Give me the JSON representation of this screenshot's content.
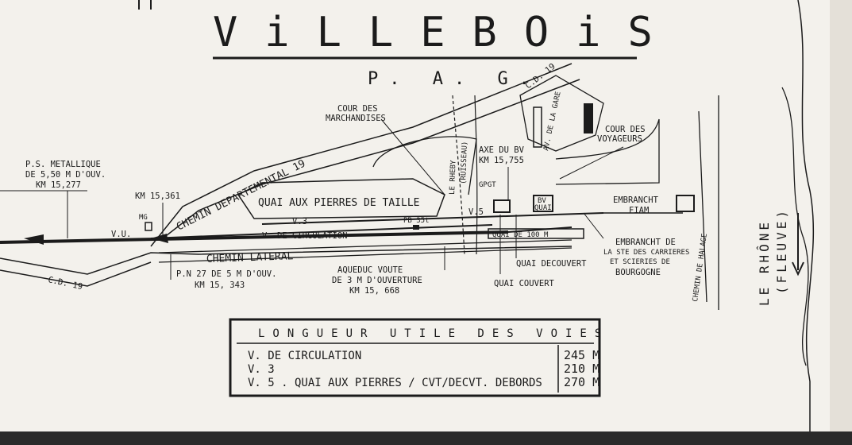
{
  "title": "ViLLEBOiS",
  "subtitle": "P. A. G.",
  "labels": {
    "ps_1": "P.S. METALLIQUE",
    "ps_2": "DE 5,50 M D'OUV.",
    "ps_3": "KM 15,277",
    "km_361": "KM 15,361",
    "mg": "MG",
    "vu": "V.U.",
    "cd19_left": "C.D. 19",
    "cd19_right": "C.D. 19",
    "chemin_departemental": "CHEMIN DEPARTEMENTAL 19",
    "cour_marchandises_1": "COUR DES",
    "cour_marchandises_2": "MARCHANDISES",
    "rhebu_1": "LE RHEBY",
    "rhebu_2": "(RUISSEAU)",
    "avenue_gare": "AV. DE LA GARE",
    "cour_voyageurs_1": "COUR DES",
    "cour_voyageurs_2": "VOYAGEURS",
    "axe_bv_1": "AXE DU BV",
    "axe_bv_2": "KM 15,755",
    "gpgt": "GPGT",
    "bv": "BV",
    "quai_bv": "QUAI",
    "embr_fiam_1": "EMBRANCHT",
    "embr_fiam_2": "FIAM",
    "quai_pierres": "QUAI AUX PIERRES DE TAILLE",
    "v3": "V.3",
    "v5": "V.5",
    "pb": "PB 35t",
    "v_circulation": "V. DE CIRCULATION",
    "quai_100": "QUAI DE 100 M",
    "chemin_lateral": "CHEMIN LATERAL",
    "pn_1": "P.N 27 DE 5 M D'OUV.",
    "pn_2": "KM 15, 343",
    "aqueduc_1": "AQUEDUC VOUTE",
    "aqueduc_2": "DE 3 M D'OUVERTURE",
    "aqueduc_3": "KM 15, 668",
    "quai_decouvert": "QUAI DECOUVERT",
    "quai_couvert": "QUAI COUVERT",
    "embr_carrieres_1": "EMBRANCHT DE",
    "embr_carrieres_2": "LA STE DES CARRIERES",
    "embr_carrieres_3": "ET SCIERIES DE",
    "embr_carrieres_4": "BOURGOGNE",
    "chemin_halage": "CHEMIN DE HALAGE",
    "rhone_1": "LE RHÔNE",
    "rhone_2": "(FLEUVE)"
  },
  "lengths_table": {
    "header": "LONGUEUR UTILE DES VOIES",
    "rows": [
      {
        "label": "V. DE CIRCULATION",
        "length": "245 M"
      },
      {
        "label": "V. 3",
        "length": "210 M"
      },
      {
        "label": "V. 5 . QUAI AUX PIERRES / CVT/DECVT. DEBORDS",
        "length": "270 M"
      }
    ]
  },
  "colors": {
    "paper": "#f3f1ec",
    "ink": "#1b1b1b",
    "shadow": "#2a2a2a"
  }
}
